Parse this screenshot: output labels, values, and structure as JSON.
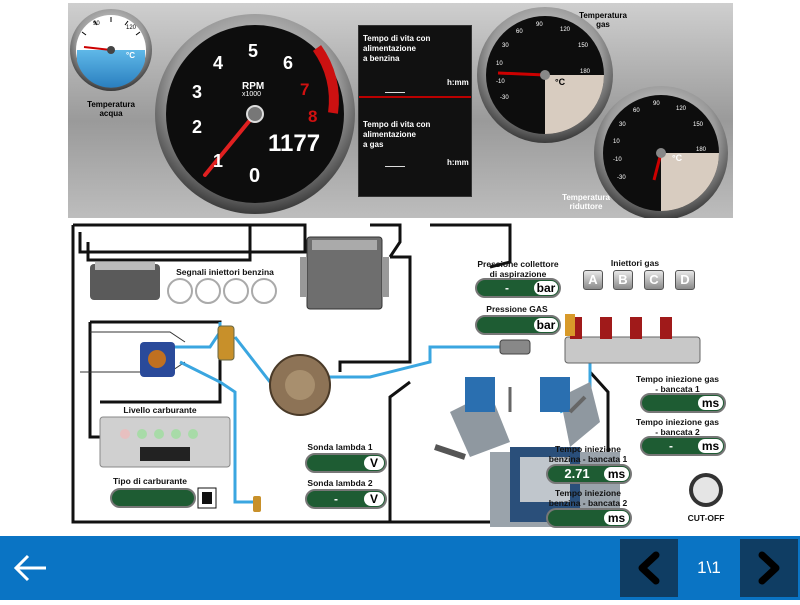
{
  "dashboard": {
    "water_temp": {
      "title_l1": "Temperatura",
      "title_l2": "acqua",
      "unit": "°C",
      "ticks": [
        "120",
        "90"
      ]
    },
    "rpm": {
      "label": "RPM",
      "sub": "x1000",
      "value": "1177",
      "numbers": [
        "0",
        "1",
        "2",
        "3",
        "4",
        "5",
        "6",
        "7",
        "8"
      ]
    },
    "petrol_time": {
      "text_l1": "Tempo di vita con alimentazione",
      "text_l2": "a benzina",
      "unit": "h:mm"
    },
    "gas_time": {
      "text_l1": "Tempo di vita con alimentazione",
      "text_l2": "a gas",
      "unit": "h:mm"
    },
    "gas_temp": {
      "title_l1": "Temperatura",
      "title_l2": "gas",
      "unit": "°C",
      "ticks": [
        "-30",
        "-10",
        "10",
        "30",
        "60",
        "90",
        "120",
        "150",
        "180"
      ]
    },
    "reducer_temp": {
      "title_l1": "Temperatura",
      "title_l2": "riduttore",
      "unit": "°C",
      "ticks": [
        "-30",
        "-10",
        "10",
        "30",
        "60",
        "90",
        "120",
        "150",
        "180"
      ]
    }
  },
  "diagram": {
    "petrol_injector_signals": "Segnali iniettori benzina",
    "manifold_pressure": {
      "label_l1": "Pressione collettore",
      "label_l2": "di aspirazione",
      "value": "-",
      "unit": "bar"
    },
    "gas_pressure": {
      "label": "Pressione GAS",
      "value": "",
      "unit": "bar"
    },
    "gas_injectors": {
      "label": "Iniettori gas",
      "letters": [
        "A",
        "B",
        "C",
        "D"
      ]
    },
    "fuel_level": {
      "label": "Livello carburante"
    },
    "fuel_type": {
      "label": "Tipo di carburante",
      "value": ""
    },
    "lambda1": {
      "label": "Sonda lambda 1",
      "value": "",
      "unit": "V"
    },
    "lambda2": {
      "label": "Sonda lambda 2",
      "value": "-",
      "unit": "V"
    },
    "gas_inj_bank1": {
      "label_l1": "Tempo iniezione gas",
      "label_l2": "- bancata 1",
      "value": "",
      "unit": "ms"
    },
    "gas_inj_bank2": {
      "label_l1": "Tempo iniezione gas",
      "label_l2": "- bancata 2",
      "value": "-",
      "unit": "ms"
    },
    "petrol_inj_bank1": {
      "label_l1": "Tempo iniezione",
      "label_l2": "benzina - bancata 1",
      "value": "2.71",
      "unit": "ms"
    },
    "petrol_inj_bank2": {
      "label_l1": "Tempo iniezione",
      "label_l2": "benzina - bancata 2",
      "value": "",
      "unit": "ms"
    },
    "cutoff": {
      "label": "CUT-OFF"
    }
  },
  "footer": {
    "page": "1\\1"
  },
  "colors": {
    "accent": "#0a74c4",
    "nav_dark": "#0f3d63",
    "display_green": "#1e5c33",
    "gas_pipe": "#3aa6e0",
    "redline": "#cc1111"
  }
}
